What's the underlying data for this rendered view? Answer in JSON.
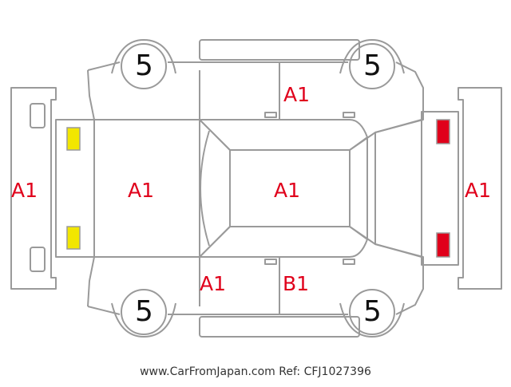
{
  "tires": {
    "front_left": "5",
    "front_right": "5",
    "rear_left": "5",
    "rear_right": "5"
  },
  "labels": {
    "front_bumper": "A1",
    "hood": "A1",
    "roof": "A1",
    "rear_bumper": "A1",
    "top_doors": "A1",
    "bottom_front_door": "A1",
    "bottom_rear_door": "B1"
  },
  "colors": {
    "label": "#e0001b",
    "front_lights": "#f2e600",
    "rear_lights": "#e0001b",
    "outline": "#9a9a9a"
  },
  "footer": "www.CarFromJapan.com Ref: CFJ1027396"
}
